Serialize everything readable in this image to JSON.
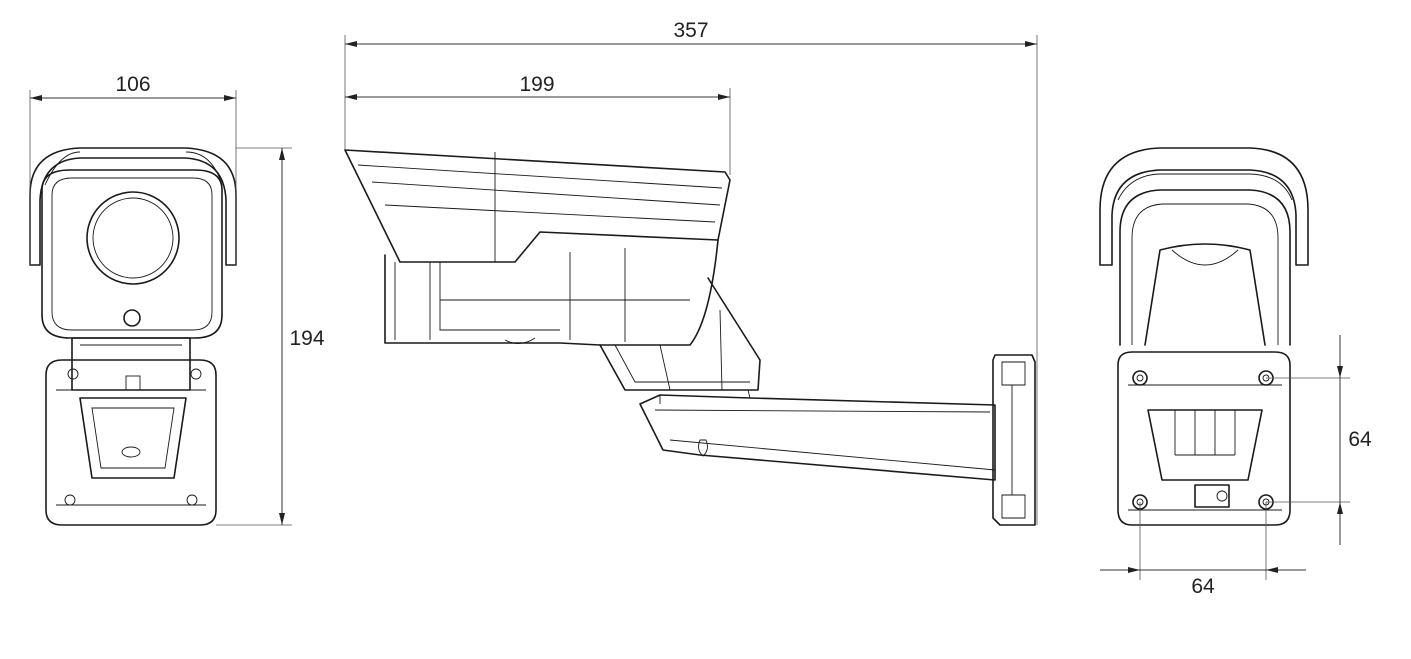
{
  "dimensions": {
    "front_width": "106",
    "front_height": "194",
    "side_total_length": "357",
    "side_body_length": "199",
    "rear_mount_vertical": "64",
    "rear_mount_horizontal": "64"
  },
  "colors": {
    "line": "#1a1a1a",
    "dimension": "#333333",
    "background": "#ffffff"
  }
}
